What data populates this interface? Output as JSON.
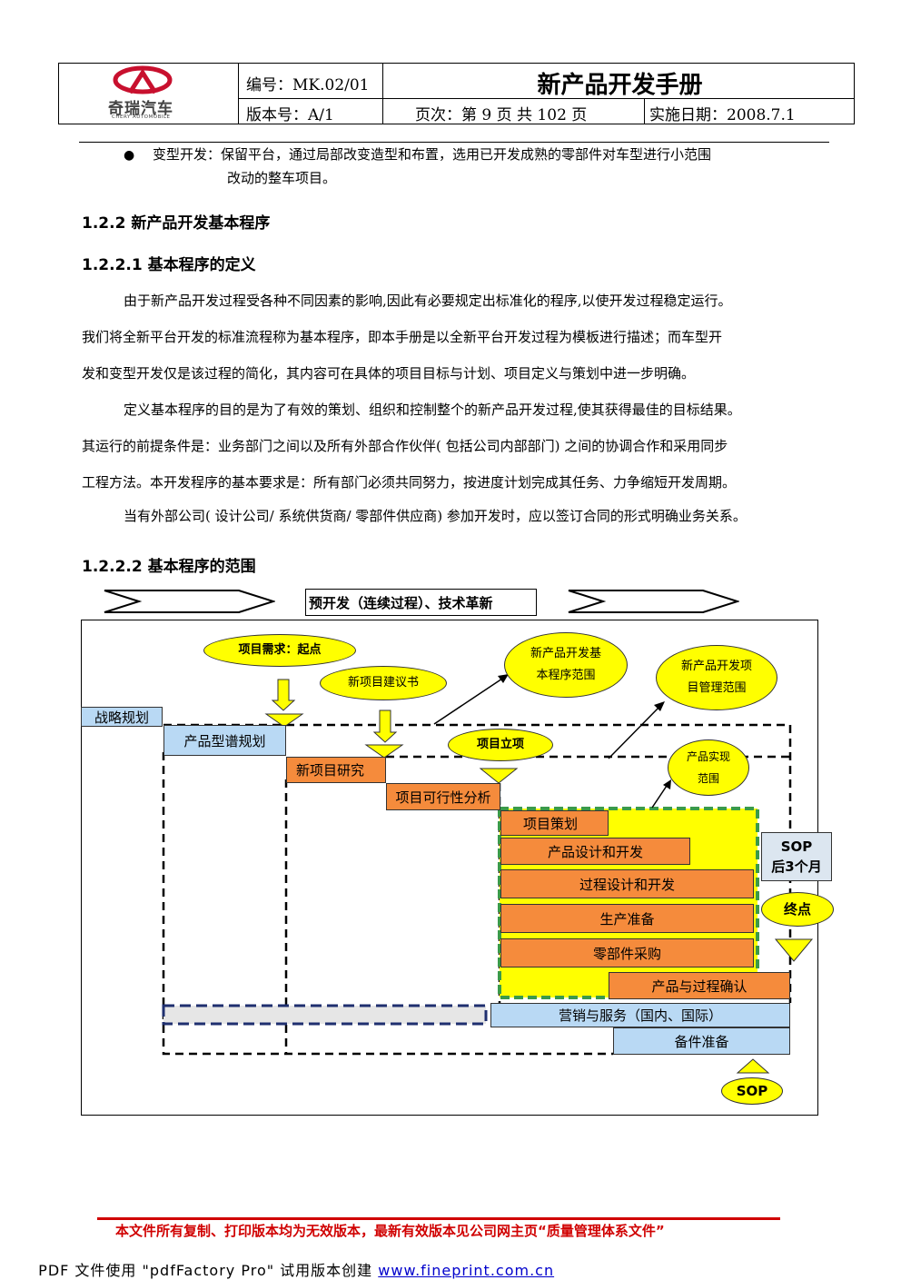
{
  "header": {
    "logo_text": "奇瑞汽车",
    "logo_sub": "CHERY AUTOMOBILE",
    "doc_no": "编号：MK.02/01",
    "title": "新产品开发手册",
    "version": "版本号：A/1",
    "page": "页次：第 9 页  共 102 页",
    "date": "实施日期：2008.7.1"
  },
  "bullet": {
    "line1": "变型开发：保留平台，通过局部改变造型和布置，选用已开发成熟的零部件对车型进行小范围",
    "line2": "改动的整车项目。"
  },
  "sections": {
    "h_122": "1.2.2 新产品开发基本程序",
    "h_1221": "1.2.2.1 基本程序的定义",
    "p1_l1": "由于新产品开发过程受各种不同因素的影响,因此有必要规定出标准化的程序,以使开发过程稳定运行。",
    "p1_l2": "我们将全新平台开发的标准流程称为基本程序，即本手册是以全新平台开发过程为模板进行描述；而车型开",
    "p1_l3": "发和变型开发仅是该过程的简化，其内容可在具体的项目目标与计划、项目定义与策划中进一步明确。",
    "p2_l1": "定义基本程序的目的是为了有效的策划、组织和控制整个的新产品开发过程,使其获得最佳的目标结果。",
    "p2_l2": "其运行的前提条件是：业务部门之间以及所有外部合作伙伴( 包括公司内部部门) 之间的协调合作和采用同步",
    "p2_l3": "工程方法。本开发程序的基本要求是：所有部门必须共同努力，按进度计划完成其任务、力争缩短开发周期。",
    "p3_l1": "当有外部公司( 设计公司/ 系统供货商/ 零部件供应商) 参加开发时，应以签订合同的形式明确业务关系。",
    "h_1222": "1.2.2.2 基本程序的范围"
  },
  "diagram": {
    "top_banner": "预开发（连续过程）、技术革新",
    "ellipse_start": "项目需求：起点",
    "ellipse_proposal": "新项目建议书",
    "ellipse_basic_scope_1": "新产品开发基",
    "ellipse_basic_scope_2": "本程序范围",
    "ellipse_pm_scope_1": "新产品开发项",
    "ellipse_pm_scope_2": "目管理范围",
    "ellipse_realize_1": "产品实现",
    "ellipse_realize_2": "范围",
    "ellipse_approval": "项目立项",
    "ellipse_end": "终点",
    "ellipse_sop": "SOP",
    "box_strategy": "战略规划",
    "box_spectrum": "产品型谱规划",
    "box_research": "新项目研究",
    "box_feasibility": "项目可行性分析",
    "box_planning": "项目策划",
    "box_product_dev": "产品设计和开发",
    "box_process_dev": "过程设计和开发",
    "box_production_prep": "生产准备",
    "box_procurement": "零部件采购",
    "box_validation": "产品与过程确认",
    "box_marketing": "营销与服务（国内、国际）",
    "box_spare": "备件准备",
    "box_sop_after_1": "SOP",
    "box_sop_after_2": "后3个月"
  },
  "footer": {
    "notice": "本文件所有复制、打印版本均为无效版本，最新有效版本见公司网主页“质量管理体系文件”",
    "watermark_prefix": "PDF 文件使用 \"pdfFactory Pro\" 试用版本创建 ",
    "watermark_link": "www.fineprint.com.cn"
  },
  "colors": {
    "yellow": "#ffff00",
    "orange": "#f58b3c",
    "light_blue": "#b9d9f4",
    "green_dashed": "#3a9a4a",
    "navy_dashed": "#1f2f6f",
    "footer_red": "#d00000"
  }
}
